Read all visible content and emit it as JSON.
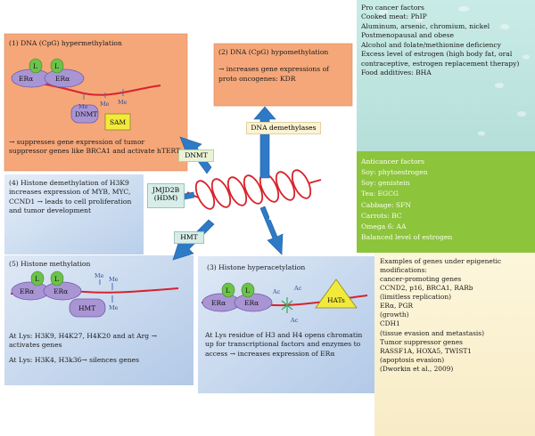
{
  "hypermethylation": {
    "title": "(1) DNA (CpG) hypermethylation",
    "er_left": "ERα",
    "er_right": "ERα",
    "l1": "L",
    "l2": "L",
    "dnmt": "DNMT",
    "me1": "Me",
    "me2": "Me",
    "me3": "Me",
    "sam": "SAM",
    "text": "→ suppresses gene expression of tumor suppressor genes like BRCA1 and activate hTERT"
  },
  "hypomethylation": {
    "title": "(2) DNA (CpG) hypomethylation",
    "text": "→ increases gene expressions of proto oncogenes: KDR"
  },
  "pro_cancer": {
    "lines": [
      "Pro cancer factors",
      "Cooked meat: PhIP",
      "Aluminum, arsenic, chromium, nickel",
      "Postmenopausal and obese",
      "Alcohol and folate/methionine deficiency",
      "Excess level of estrogen (high body fat, oral contraceptive, estrogen replacement therapy)",
      "Food additives: BHA"
    ]
  },
  "anticancer": {
    "lines": [
      "Anticancer factors",
      "Soy: phytoestrogen",
      "Soy: genistein",
      "Tea: EGCG",
      "Cabbage: SFN",
      "Carrots: BC",
      "Omega 6: AA",
      "Balanced level of estrogen"
    ]
  },
  "labels": {
    "dna_demethylases": "DNA demethylases",
    "dnmt": "DNMT",
    "jmjd2b": "JMJD2B (HDM)",
    "hmt": "HMT",
    "hats": "HATs"
  },
  "histone_demethylation": {
    "text": "(4) Histone demethylation of H3K9 increases expression of MYB, MYC, CCND1 → leads to cell proliferation and tumor development"
  },
  "histone_methylation": {
    "title": "(5) Histone methylation",
    "er_left": "ERα",
    "er_right": "ERα",
    "l1": "L",
    "l2": "L",
    "me1": "Me",
    "me2": "Me",
    "me3": "Me",
    "hmt": "HMT",
    "text1": "At Lys: H3K9, H4K27, H4K20 and at Arg → activates genes",
    "text2": "At Lys: H3K4, H3k36→ silences genes"
  },
  "hyperacetylation": {
    "title": "(3) Histone hyperacetylation",
    "er_left": "ERα",
    "er_right": "ERα",
    "l1": "L",
    "l2": "L",
    "ac1": "Ac",
    "ac2": "Ac",
    "ac3": "Ac",
    "hats": "HATs",
    "text": "At Lys residue of H3 and H4 opens chromatin up for transcriptional factors and enzymes to access → increases expression of ERα"
  },
  "examples": {
    "lines": [
      "Examples of genes under epigenetic modifications:",
      "cancer-promoting genes",
      "CCND2, p16, BRCA1, RARb",
      "(limitless replication)",
      "ERα, PGR",
      "(growth)",
      "CDH1",
      "(tissue evasion and metastasis)",
      "Tumor suppressor genes",
      "RASSF1A, HOXA5, TWIST1",
      "(apoptosis evasion)",
      "(Dworkin et al., 2009)"
    ]
  },
  "colors": {
    "orange_box": "#f5a77a",
    "blue_box": "#d3e1f3",
    "teal_box": "#bfe4df",
    "green_box": "#8cc43c",
    "cream_box": "#fdf3d5",
    "arrow_blue": "#2e7ac6",
    "helix_red": "#d8222b",
    "er_purple": "#a995d4",
    "l_green": "#6cc24a",
    "sam_yellow": "#f2ea3a"
  }
}
